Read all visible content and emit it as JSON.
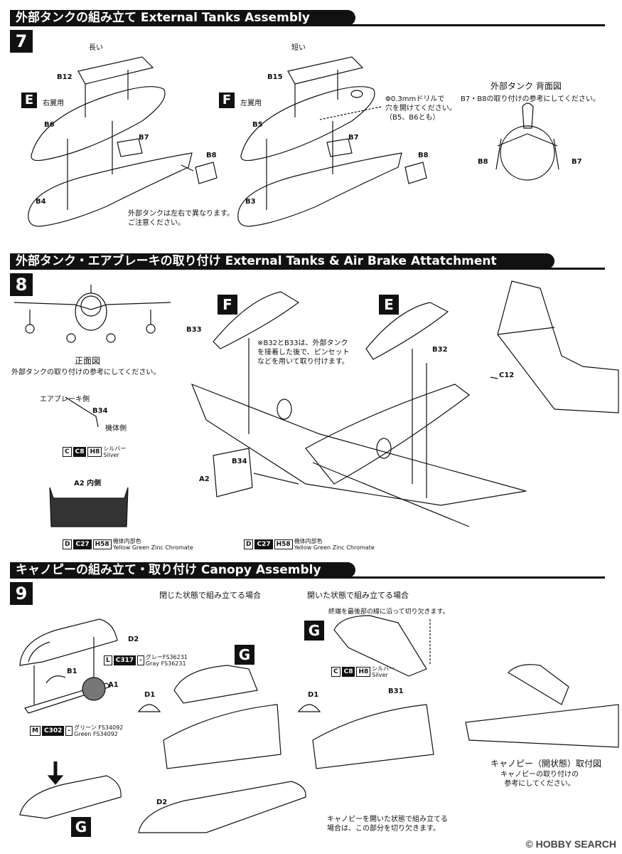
{
  "sections": [
    {
      "step": "7",
      "title": "外部タンクの組み立て External Tanks Assembly"
    },
    {
      "step": "8",
      "title": "外部タンク・エアブレーキの取り付け External Tanks & Air Brake Attatchment"
    },
    {
      "step": "9",
      "title": "キャノピーの組み立て・取り付け Canopy Assembly"
    }
  ],
  "s7": {
    "long": "長い",
    "short": "短い",
    "e": "E",
    "e_note": "右翼用",
    "f": "F",
    "f_note": "左翼用",
    "b12": "B12",
    "b6": "B6",
    "b7": "B7",
    "b8": "B8",
    "b4": "B4",
    "b15": "B15",
    "b5": "B5",
    "b7b": "B7",
    "b8b": "B8",
    "b3": "B3",
    "drill": "Φ0.3mmドリルで\n穴を開けてください。\n（B5、B6とも）",
    "lr_note": "外部タンクは左右で異なります。\nご注意ください。",
    "rear_title": "外部タンク 背面図",
    "rear_note": "B7・B8の取り付けの参考にしてください。",
    "rear_b8": "B8",
    "rear_b7": "B7"
  },
  "s8": {
    "front_title": "正面図",
    "front_note": "外部タンクの取り付けの参考にしてください。",
    "airbrake_side": "エアブレーキ側",
    "b34": "B34",
    "body_side": "機体側",
    "chip1": {
      "a": "C",
      "b": "C8",
      "c": "H8",
      "jp": "シルバー",
      "en": "Silver"
    },
    "a2_inner": "A2 内側",
    "chip2": {
      "a": "D",
      "b": "C27",
      "c": "H58",
      "jp": "機体内部色",
      "en": "Yellow Green Zinc Chromate"
    },
    "f": "F",
    "e": "E",
    "b33": "B33",
    "b32": "B32",
    "c12": "C12",
    "b34b": "B34",
    "a2": "A2",
    "b32_note": "※B32とB33は、外部タンク\nを接着した後で、ピンセット\nなどを用いて取り付けます。",
    "chip3": {
      "a": "D",
      "b": "C27",
      "c": "H58",
      "jp": "機体内部色",
      "en": "Yellow Green Zinc Chromate"
    }
  },
  "s9": {
    "closed_title": "閉じた状態で組み立てる場合",
    "open_title": "開いた状態で組み立てる場合",
    "cut_note": "終端を最後部の線に沿って切り欠きます。",
    "d2": "D2",
    "b1": "B1",
    "a1": "A1",
    "d1": "D1",
    "g1": "G",
    "g2": "G",
    "g3": "G",
    "d1b": "D1",
    "b31": "B31",
    "d2b": "D2",
    "chipL": {
      "a": "L",
      "b": "C317",
      "c": "-",
      "jp": "グレーFS36231",
      "en": "Gray FS36231"
    },
    "chipM": {
      "a": "M",
      "b": "C302",
      "c": "-",
      "jp": "グリーン FS34092",
      "en": "Green FS34092"
    },
    "chipC": {
      "a": "C",
      "b": "C8",
      "c": "H8",
      "jp": "シルバー",
      "en": "Silver"
    },
    "open_fig_title": "キャノピー（開状態）取付図",
    "open_fig_note": "キャノピーの取り付けの\n参考にしてください。",
    "cut_part_note": "キャノピーを開いた状態で組み立てる\n場合は、この部分を切り欠きます。"
  },
  "watermark": "© HOBBY SEARCH"
}
